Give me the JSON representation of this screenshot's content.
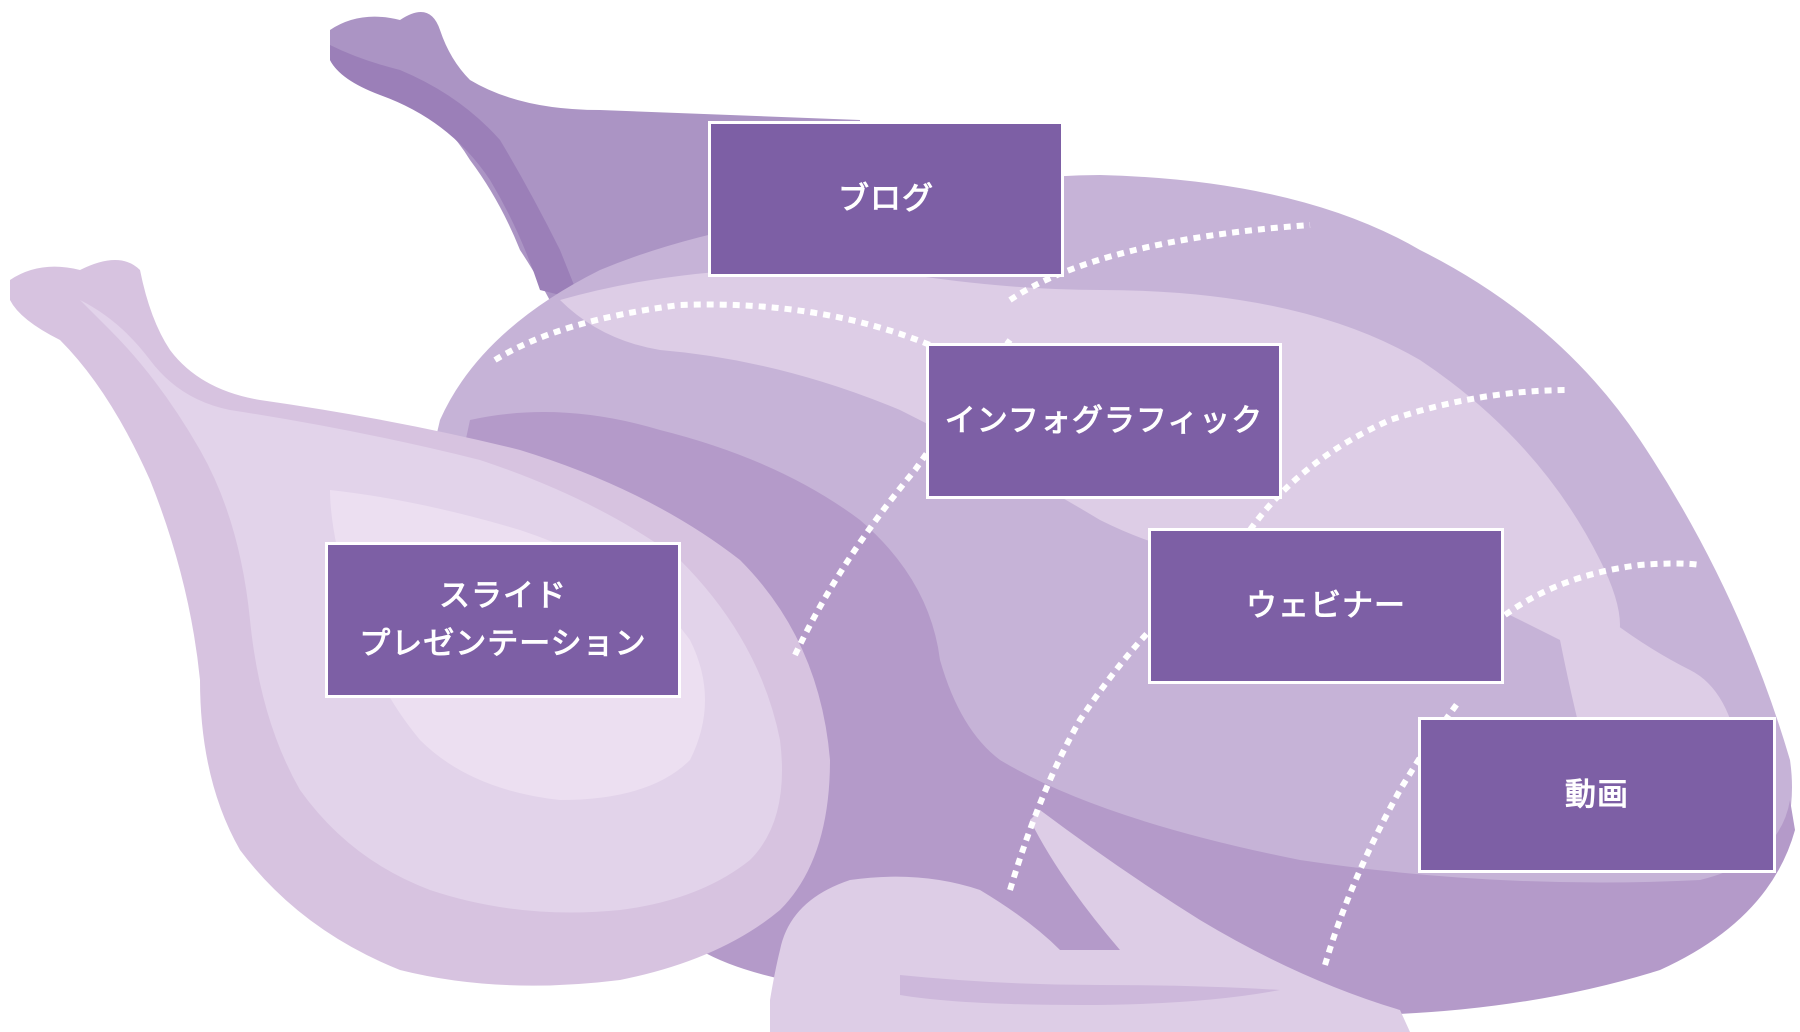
{
  "colors": {
    "label_fill": "#7d5fa5",
    "label_border": "#ffffff",
    "label_text": "#ffffff",
    "meat_dark": "#b49ac9",
    "meat_mid": "#c6b3d7",
    "meat_light": "#ddcde6",
    "meat_lightest": "#e9dfef",
    "dashed_line": "#ffffff"
  },
  "labels": {
    "blog": "ブログ",
    "infographic": "インフォグラフィック",
    "webinar": "ウェビナー",
    "video": "動画",
    "slide_line1": "スライド",
    "slide_line2": "プレゼンテーション"
  }
}
